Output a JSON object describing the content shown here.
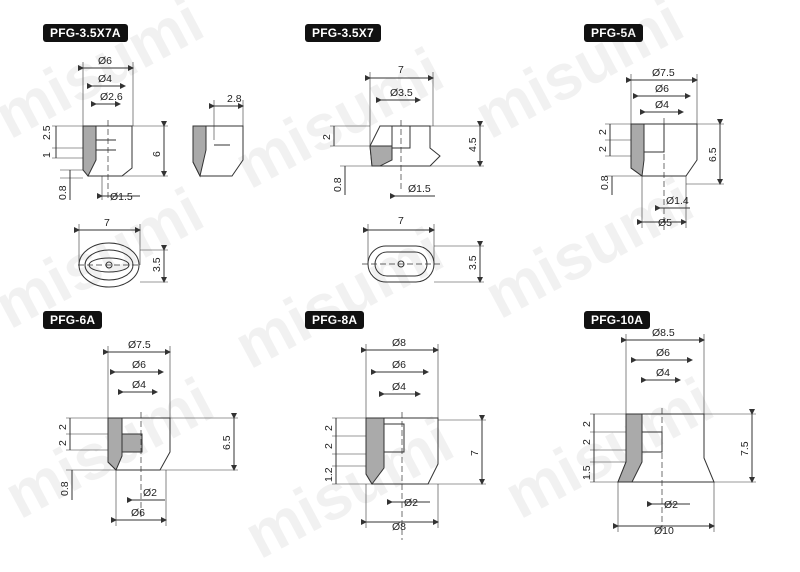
{
  "watermark": "misumi",
  "models": [
    {
      "name": "PFG-3.5X7A",
      "labels": [
        "Ø6",
        "Ø4",
        "Ø2.6",
        "2.8",
        "2.5",
        "1",
        "6",
        "0.8",
        "Ø1.5",
        "7",
        "3.5"
      ]
    },
    {
      "name": "PFG-3.5X7",
      "labels": [
        "7",
        "Ø3.5",
        "2",
        "4.5",
        "0.8",
        "Ø1.5",
        "7",
        "3.5"
      ]
    },
    {
      "name": "PFG-5A",
      "labels": [
        "Ø7.5",
        "Ø6",
        "Ø4",
        "2",
        "2",
        "6.5",
        "0.8",
        "Ø1.4",
        "Ø5"
      ]
    },
    {
      "name": "PFG-6A",
      "labels": [
        "Ø7.5",
        "Ø6",
        "Ø4",
        "2",
        "2",
        "6.5",
        "0.8",
        "Ø2",
        "Ø6"
      ]
    },
    {
      "name": "PFG-8A",
      "labels": [
        "Ø8",
        "Ø6",
        "Ø4",
        "2",
        "2",
        "7",
        "1.2",
        "Ø2",
        "Ø8"
      ]
    },
    {
      "name": "PFG-10A",
      "labels": [
        "Ø8.5",
        "Ø6",
        "Ø4",
        "2",
        "2",
        "7.5",
        "1.5",
        "Ø2",
        "Ø10"
      ]
    }
  ]
}
